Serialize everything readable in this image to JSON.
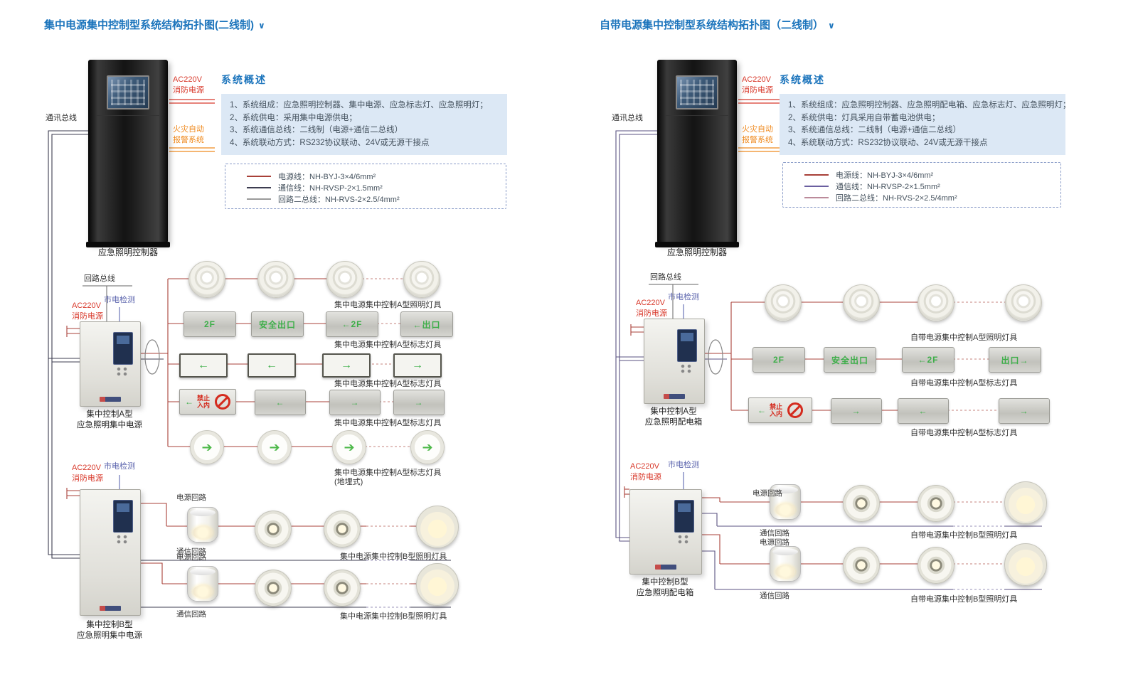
{
  "colors": {
    "title_blue": "#1b74bc",
    "label_red": "#d8382a",
    "label_orange": "#ef8a1f",
    "label_purple": "#5b64ad",
    "wire_power": "#a84038",
    "wire_comm": "#3c3c50",
    "sign_green": "#3dae49"
  },
  "left": {
    "title": "集中电源集中控制型系统结构拓扑图(二线制)",
    "chevron": "∨",
    "cabinet": {
      "name": "应急照明控制器",
      "ac_label": "AC220V",
      "fire_label": "消防电源",
      "alarm_line1": "火灾自动",
      "alarm_line2": "报警系统",
      "bus_label": "通讯总线"
    },
    "overview": {
      "heading": "系统概述",
      "items": [
        "1、系统组成：应急照明控制器、集中电源、应急标志灯、应急照明灯；",
        "2、系统供电：采用集中电源供电；",
        "3、系统通信总线：二线制（电源+通信二总线）",
        "4、系统联动方式：RS232协议联动、24V或无源干接点"
      ]
    },
    "legend": {
      "items": [
        {
          "label": "电源线：NH-BYJ-3×4/6mm²",
          "color": "#a84038"
        },
        {
          "label": "通信线：NH-RVSP-2×1.5mm²",
          "color": "#3c3c50"
        },
        {
          "label": "回路二总线：NH-RVS-2×2.5/4mm²",
          "color": "#9a9a9a"
        }
      ]
    },
    "loop_bus_label": "回路总线",
    "box_a": {
      "ac": "AC220V",
      "fire": "消防电源",
      "mains": "市电检测",
      "line1": "集中控制A型",
      "line2": "应急照明集中电源"
    },
    "box_b": {
      "ac": "AC220V",
      "fire": "消防电源",
      "mains": "市电检测",
      "line1": "集中控制B型",
      "line2": "应急照明集中电源"
    },
    "circuits": {
      "power1": "电源回路",
      "comm1": "通信回路",
      "power2": "电源回路",
      "comm2": "通信回路"
    },
    "row_labels": {
      "r1": "集中电源集中控制A型照明灯具",
      "r2": "集中电源集中控制A型标志灯具",
      "r3": "集中电源集中控制A型标志灯具",
      "r4": "集中电源集中控制A型标志灯具",
      "r5a": "集中电源集中控制A型标志灯具",
      "r5b": "(地埋式)",
      "b1": "集中电源集中控制B型照明灯具",
      "b2": "集中电源集中控制B型照明灯具"
    },
    "signs": {
      "r2": [
        "2F",
        "安全出口",
        "←2F",
        "←出口"
      ],
      "r3": [
        "←",
        "←",
        "→",
        "→"
      ],
      "r4_forbid_icon": "←",
      "r4_forbid": "禁止入内",
      "r4": [
        "←",
        "→",
        "→"
      ],
      "r5": [
        "➔",
        "➔",
        "➔",
        "➔"
      ]
    }
  },
  "right": {
    "title": "自带电源集中控制型系统结构拓扑图（二线制）",
    "chevron": "∨",
    "cabinet": {
      "name": "应急照明控制器",
      "ac_label": "AC220V",
      "fire_label": "消防电源",
      "alarm_line1": "火灾自动",
      "alarm_line2": "报警系统",
      "bus_label": "通讯总线"
    },
    "overview": {
      "heading": "系统概述",
      "items": [
        "1、系统组成：应急照明控制器、应急照明配电箱、应急标志灯、应急照明灯；",
        "2、系统供电：灯具采用自带蓄电池供电；",
        "3、系统通信总线：二线制（电源+通信二总线）",
        "4、系统联动方式：RS232协议联动、24V或无源干接点"
      ]
    },
    "legend": {
      "items": [
        {
          "label": "电源线：NH-BYJ-3×4/6mm²",
          "color": "#a84038"
        },
        {
          "label": "通信线：NH-RVSP-2×1.5mm²",
          "color": "#6a5fa0"
        },
        {
          "label": "回路二总线：NH-RVS-2×2.5/4mm²",
          "color": "#bb8a9a"
        }
      ]
    },
    "loop_bus_label": "回路总线",
    "box_a": {
      "ac": "AC220V",
      "fire": "消防电源",
      "mains": "市电检测",
      "line1": "集中控制A型",
      "line2": "应急照明配电箱"
    },
    "box_b": {
      "ac": "AC220V",
      "fire": "消防电源",
      "mains": "市电检测",
      "line1": "集中控制B型",
      "line2": "应急照明配电箱"
    },
    "circuits": {
      "power1": "电源回路",
      "comm1": "通信回路",
      "power2": "电源回路",
      "comm2": "通信回路"
    },
    "row_labels": {
      "r1": "自带电源集中控制A型照明灯具",
      "r2": "自带电源集中控制A型标志灯具",
      "r3": "自带电源集中控制A型标志灯具",
      "b1": "自带电源集中控制B型照明灯具",
      "b2": "自带电源集中控制B型照明灯具"
    },
    "signs": {
      "r2": [
        "2F",
        "安全出口",
        "←2F",
        "出口→"
      ],
      "r3_forbid_icon": "←",
      "r3_forbid": "禁止入内",
      "r3": [
        "→",
        "←",
        "→"
      ]
    }
  }
}
